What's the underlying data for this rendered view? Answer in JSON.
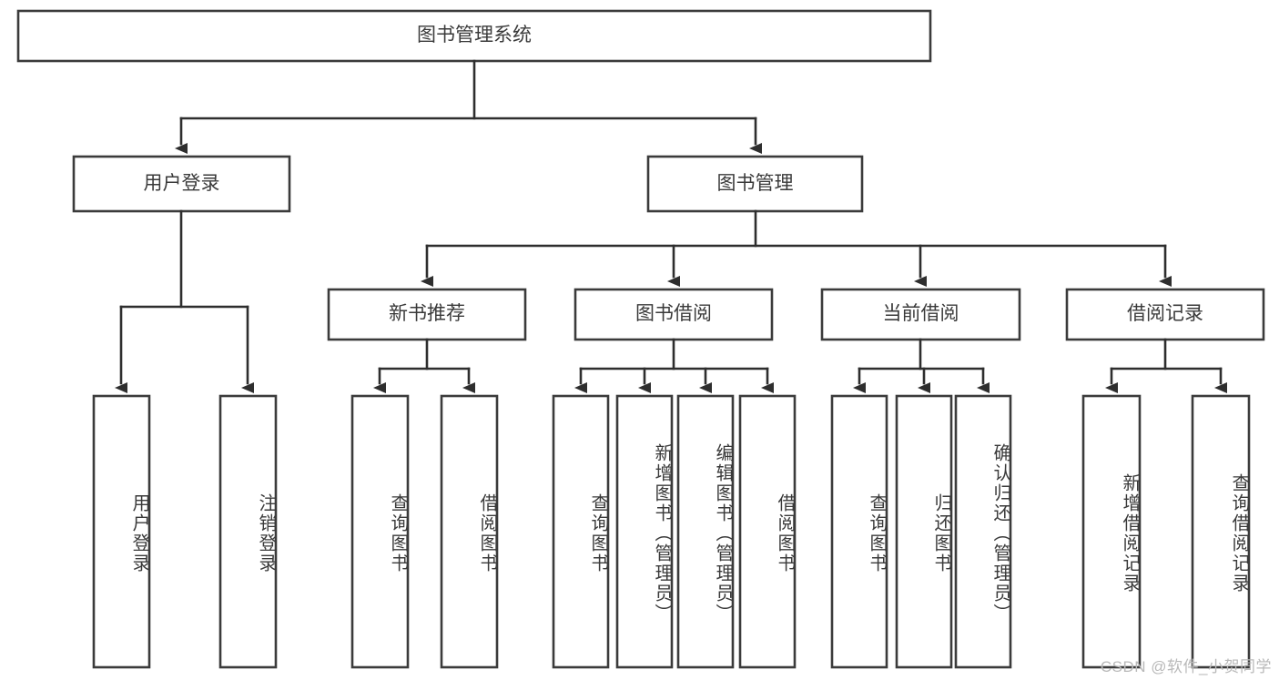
{
  "diagram": {
    "type": "tree",
    "title": "图书管理系统",
    "orientation": "top-down",
    "colors": {
      "box_stroke": "#3b3b3b",
      "box_fill": "#ffffff",
      "connector": "#2e2e2e",
      "text": "#3a3a3a",
      "watermark": "#b9b9b9",
      "background": "#ffffff"
    },
    "root": {
      "id": "root",
      "label": "图书管理系统"
    },
    "level1": [
      {
        "id": "l1-0",
        "label": "用户登录"
      },
      {
        "id": "l1-1",
        "label": "图书管理"
      }
    ],
    "level2": [
      {
        "id": "l2-0",
        "label": "新书推荐",
        "parent": "图书管理"
      },
      {
        "id": "l2-1",
        "label": "图书借阅",
        "parent": "图书管理"
      },
      {
        "id": "l2-2",
        "label": "当前借阅",
        "parent": "图书管理"
      },
      {
        "id": "l2-3",
        "label": "借阅记录",
        "parent": "图书管理"
      }
    ],
    "leaves": [
      {
        "id": "lf-0",
        "label": "用户登录",
        "parent": "用户登录"
      },
      {
        "id": "lf-1",
        "label": "注销登录",
        "parent": "用户登录"
      },
      {
        "id": "lf-2",
        "label": "查询图书",
        "parent": "新书推荐"
      },
      {
        "id": "lf-3",
        "label": "借阅图书",
        "parent": "新书推荐"
      },
      {
        "id": "lf-4",
        "label": "查询图书",
        "parent": "图书借阅"
      },
      {
        "id": "lf-5",
        "label": "新增图书（管理员）",
        "parent": "图书借阅"
      },
      {
        "id": "lf-6",
        "label": "编辑图书（管理员）",
        "parent": "图书借阅"
      },
      {
        "id": "lf-7",
        "label": "借阅图书",
        "parent": "图书借阅"
      },
      {
        "id": "lf-8",
        "label": "查询图书",
        "parent": "当前借阅"
      },
      {
        "id": "lf-9",
        "label": "归还图书",
        "parent": "当前借阅"
      },
      {
        "id": "lf-10",
        "label": "确认归还（管理员）",
        "parent": "当前借阅"
      },
      {
        "id": "lf-11",
        "label": "新增借阅记录",
        "parent": "借阅记录"
      },
      {
        "id": "lf-12",
        "label": "查询借阅记录",
        "parent": "借阅记录"
      }
    ]
  },
  "watermark": {
    "text": "CSDN @软件_小贺同学"
  }
}
